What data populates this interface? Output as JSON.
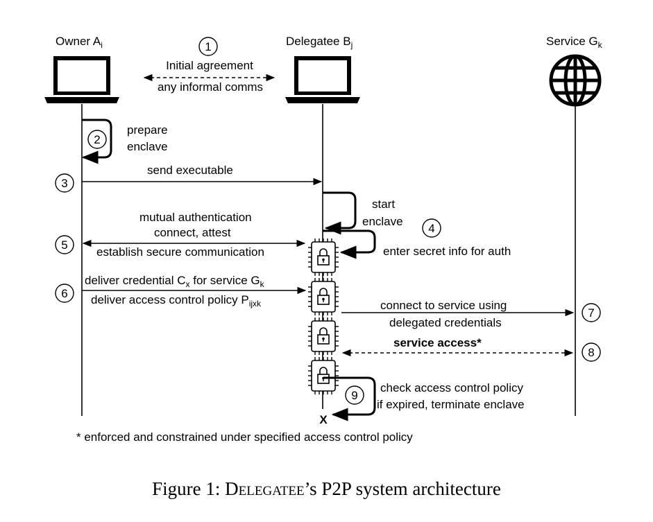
{
  "actors": {
    "owner": {
      "name": "Owner A",
      "sub": "i"
    },
    "delegatee": {
      "name": "Delegatee B",
      "sub": "j"
    },
    "service": {
      "name": "Service G",
      "sub": "k"
    }
  },
  "steps": [
    {
      "num": "1",
      "lines": [
        "Initial agreement",
        "any informal comms"
      ]
    },
    {
      "num": "2",
      "lines": [
        "prepare",
        "enclave"
      ]
    },
    {
      "num": "3",
      "lines": [
        "send executable"
      ]
    },
    {
      "num": "4",
      "lines": [
        "start",
        "enclave",
        "enter secret info for auth"
      ]
    },
    {
      "num": "5",
      "lines": [
        "mutual authentication",
        "connect, attest",
        "establish secure communication"
      ]
    },
    {
      "num": "6",
      "lines": [
        "deliver credential C",
        "x",
        " for service G",
        "k",
        "deliver access control policy P",
        "ijxk"
      ]
    },
    {
      "num": "7",
      "lines": [
        "connect to service using",
        "delegated credentials"
      ]
    },
    {
      "num": "8",
      "lines": [
        "service access*"
      ]
    },
    {
      "num": "9",
      "lines": [
        "check access control policy",
        "if expired, terminate enclave"
      ]
    }
  ],
  "terminate_mark": "X",
  "footnote": "* enforced and constrained under specified access control policy",
  "caption": {
    "prefix": "Figure 1: ",
    "name": "Delegatee",
    "suffix": "’s P2P system architecture"
  }
}
